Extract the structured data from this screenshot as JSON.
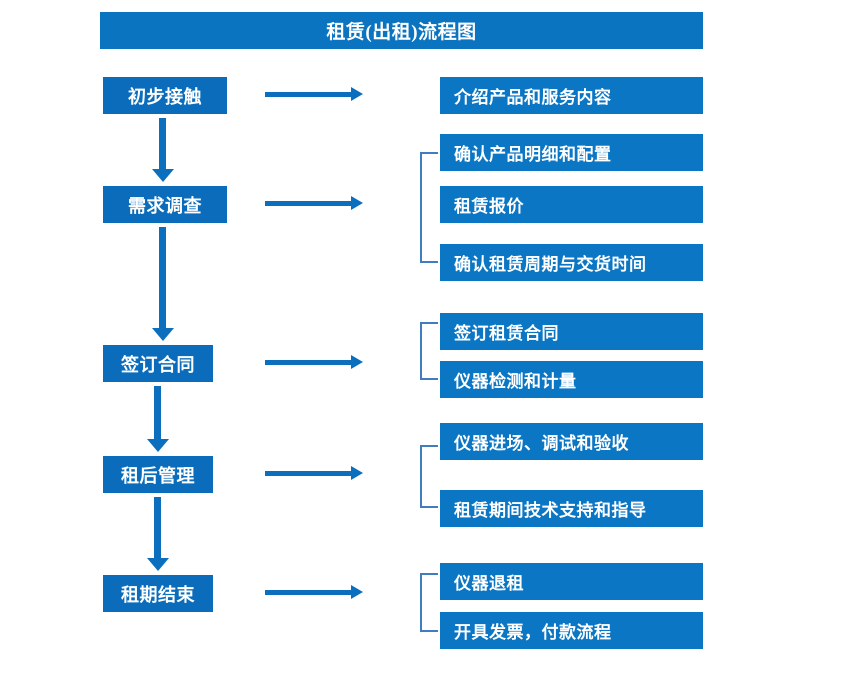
{
  "diagram": {
    "title": "租赁(出租)流程图",
    "colors": {
      "title_bar": "#0b74c0",
      "stage_box": "#0a6cba",
      "detail_box": "#0b76c4",
      "arrow": "#0b6fbe",
      "bracket": "#3f7dbe",
      "text": "#ffffff",
      "background": "#ffffff"
    },
    "stages": [
      {
        "label": "初步接触"
      },
      {
        "label": "需求调查"
      },
      {
        "label": "签订合同"
      },
      {
        "label": "租后管理"
      },
      {
        "label": "租期结束"
      }
    ],
    "details": [
      {
        "label": "介绍产品和服务内容"
      },
      {
        "label": "确认产品明细和配置"
      },
      {
        "label": "租赁报价"
      },
      {
        "label": "确认租赁周期与交货时间"
      },
      {
        "label": "签订租赁合同"
      },
      {
        "label": "仪器检测和计量"
      },
      {
        "label": "仪器进场、调试和验收"
      },
      {
        "label": "租赁期间技术支持和指导"
      },
      {
        "label": "仪器退租"
      },
      {
        "label": "开具发票，付款流程"
      }
    ]
  }
}
